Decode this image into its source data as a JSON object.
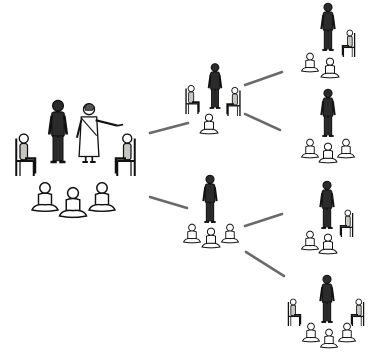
{
  "colors": {
    "ink": "#111111",
    "dark": "#2b2b2b",
    "stone": "#c8c6c2",
    "line": "#6a6a6a",
    "paper": "#ffffff"
  },
  "diagram": {
    "kind": "cascade-training-tree",
    "levels": [
      {
        "id": "root",
        "figures": [
          "standing-trainer",
          "pointing-trainer",
          "chair",
          "chair",
          "seated",
          "seated",
          "seated"
        ]
      },
      {
        "id": "mid-top",
        "figures": [
          "standing-trainer",
          "chair",
          "chair",
          "seated"
        ]
      },
      {
        "id": "mid-bottom",
        "figures": [
          "standing-trainer",
          "seated",
          "seated",
          "seated"
        ]
      },
      {
        "id": "leaf-1",
        "figures": [
          "standing-trainer",
          "chair",
          "seated",
          "seated"
        ]
      },
      {
        "id": "leaf-2",
        "figures": [
          "standing-trainer",
          "seated",
          "seated",
          "seated"
        ]
      },
      {
        "id": "leaf-3",
        "figures": [
          "standing-trainer",
          "chair",
          "seated",
          "seated"
        ]
      },
      {
        "id": "leaf-4",
        "figures": [
          "standing-trainer",
          "chair",
          "chair",
          "seated",
          "seated",
          "seated"
        ]
      }
    ],
    "connectors": [
      {
        "from": "root",
        "to": "mid-top"
      },
      {
        "from": "root",
        "to": "mid-bottom"
      },
      {
        "from": "mid-top",
        "to": "leaf-1"
      },
      {
        "from": "mid-top",
        "to": "leaf-2"
      },
      {
        "from": "mid-bottom",
        "to": "leaf-3"
      },
      {
        "from": "mid-bottom",
        "to": "leaf-4"
      }
    ]
  }
}
